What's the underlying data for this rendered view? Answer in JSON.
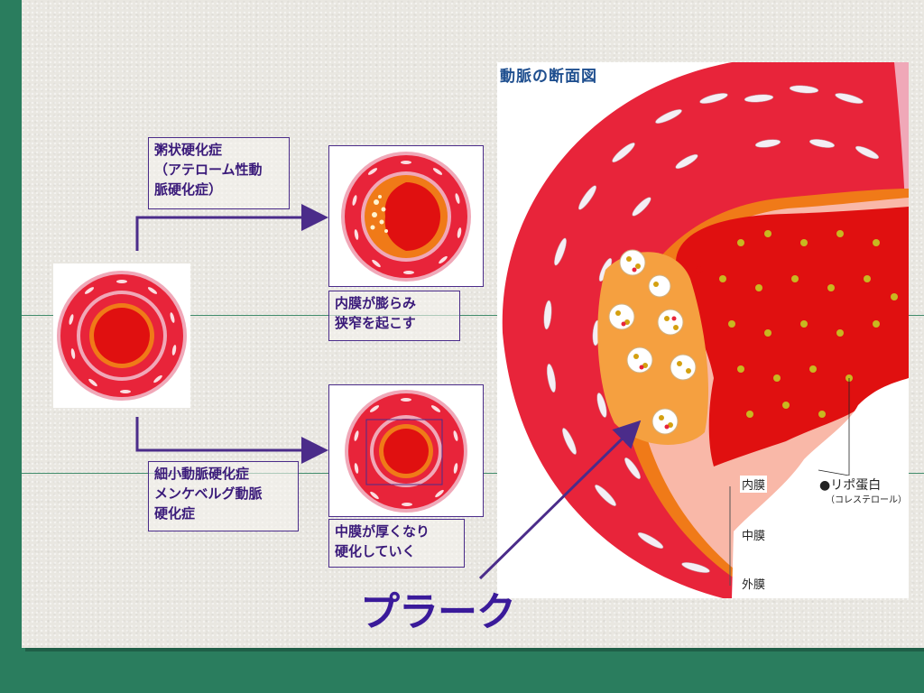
{
  "boxes": {
    "athero": [
      "粥状硬化症",
      "（アテローム性動",
      "脈硬化症）"
    ],
    "athero_result": [
      "内膜が膨らみ",
      "狭窄を起こす"
    ],
    "arterio": [
      "細小動脈硬化症",
      "メンケベルグ動脈",
      "硬化症"
    ],
    "arterio_result": [
      "中膜が厚くなり",
      "硬化していく"
    ]
  },
  "figure": {
    "title": "動脈の断面図",
    "layers": [
      "内膜",
      "中膜",
      "外膜"
    ],
    "lipo_label": "●リポ蛋白",
    "lipo_sub": "（コレステロール）"
  },
  "plaque_label": "プラーク",
  "colors": {
    "background": "#2a7d5e",
    "slide": "#e9e7e1",
    "accent": "#4b2c8a",
    "artery_red": "#e8243a",
    "lumen_red": "#e01010",
    "intima_orange": "#f07a18"
  }
}
